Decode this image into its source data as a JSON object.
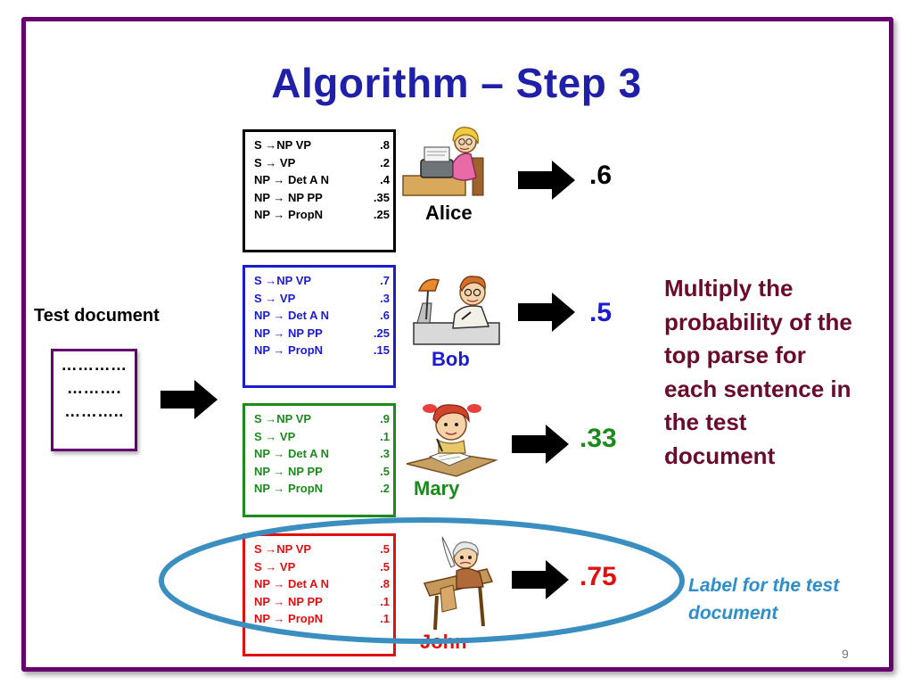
{
  "slide": {
    "title": "Algorithm – Step 3",
    "page_number": "9",
    "frame_color": "#66006e"
  },
  "test_document": {
    "label": "Test document",
    "lines": [
      "…………",
      "……….",
      "……….."
    ]
  },
  "grammars": [
    {
      "person": "Alice",
      "color": "#000000",
      "score": ".6",
      "rules": [
        {
          "lhs": "S →NP VP",
          "prob": ".8"
        },
        {
          "lhs": "S → VP",
          "prob": ".2"
        },
        {
          "lhs": "NP → Det A N",
          "prob": ".4"
        },
        {
          "lhs": "NP → NP PP",
          "prob": ".35"
        },
        {
          "lhs": "NP → PropN",
          "prob": ".25"
        }
      ]
    },
    {
      "person": "Bob",
      "color": "#1b1bd0",
      "score": ".5",
      "rules": [
        {
          "lhs": "S →NP VP",
          "prob": ".7"
        },
        {
          "lhs": "S → VP",
          "prob": ".3"
        },
        {
          "lhs": "NP → Det A N",
          "prob": ".6"
        },
        {
          "lhs": "NP → NP PP",
          "prob": ".25"
        },
        {
          "lhs": "NP → PropN",
          "prob": ".15"
        }
      ]
    },
    {
      "person": "Mary",
      "color": "#1c8a1c",
      "score": ".33",
      "rules": [
        {
          "lhs": "S →NP VP",
          "prob": ".9"
        },
        {
          "lhs": "S → VP",
          "prob": ".1"
        },
        {
          "lhs": "NP → Det A N",
          "prob": ".3"
        },
        {
          "lhs": "NP → NP PP",
          "prob": ".5"
        },
        {
          "lhs": "NP → PropN",
          "prob": ".2"
        }
      ]
    },
    {
      "person": "John",
      "color": "#e01010",
      "score": ".75",
      "rules": [
        {
          "lhs": "S →NP VP",
          "prob": ".5"
        },
        {
          "lhs": "S → VP",
          "prob": ".5"
        },
        {
          "lhs": "NP → Det A N",
          "prob": ".8"
        },
        {
          "lhs": "NP → NP PP",
          "prob": ".1"
        },
        {
          "lhs": "NP → PropN",
          "prob": ".1"
        }
      ]
    }
  ],
  "notes": {
    "multiply": "Multiply the probability of the top parse for each sentence in the test document",
    "multiply_color": "#6a0a2c",
    "label": "Label for the test document",
    "label_color": "#2e8ec9",
    "highlight_color": "#3a8fc0"
  },
  "icons": {
    "alice": "typist-woman-icon",
    "bob": "writer-man-lamp-icon",
    "mary": "child-writing-icon",
    "john": "scribe-quill-icon",
    "arrow": "block-arrow-right-icon"
  }
}
